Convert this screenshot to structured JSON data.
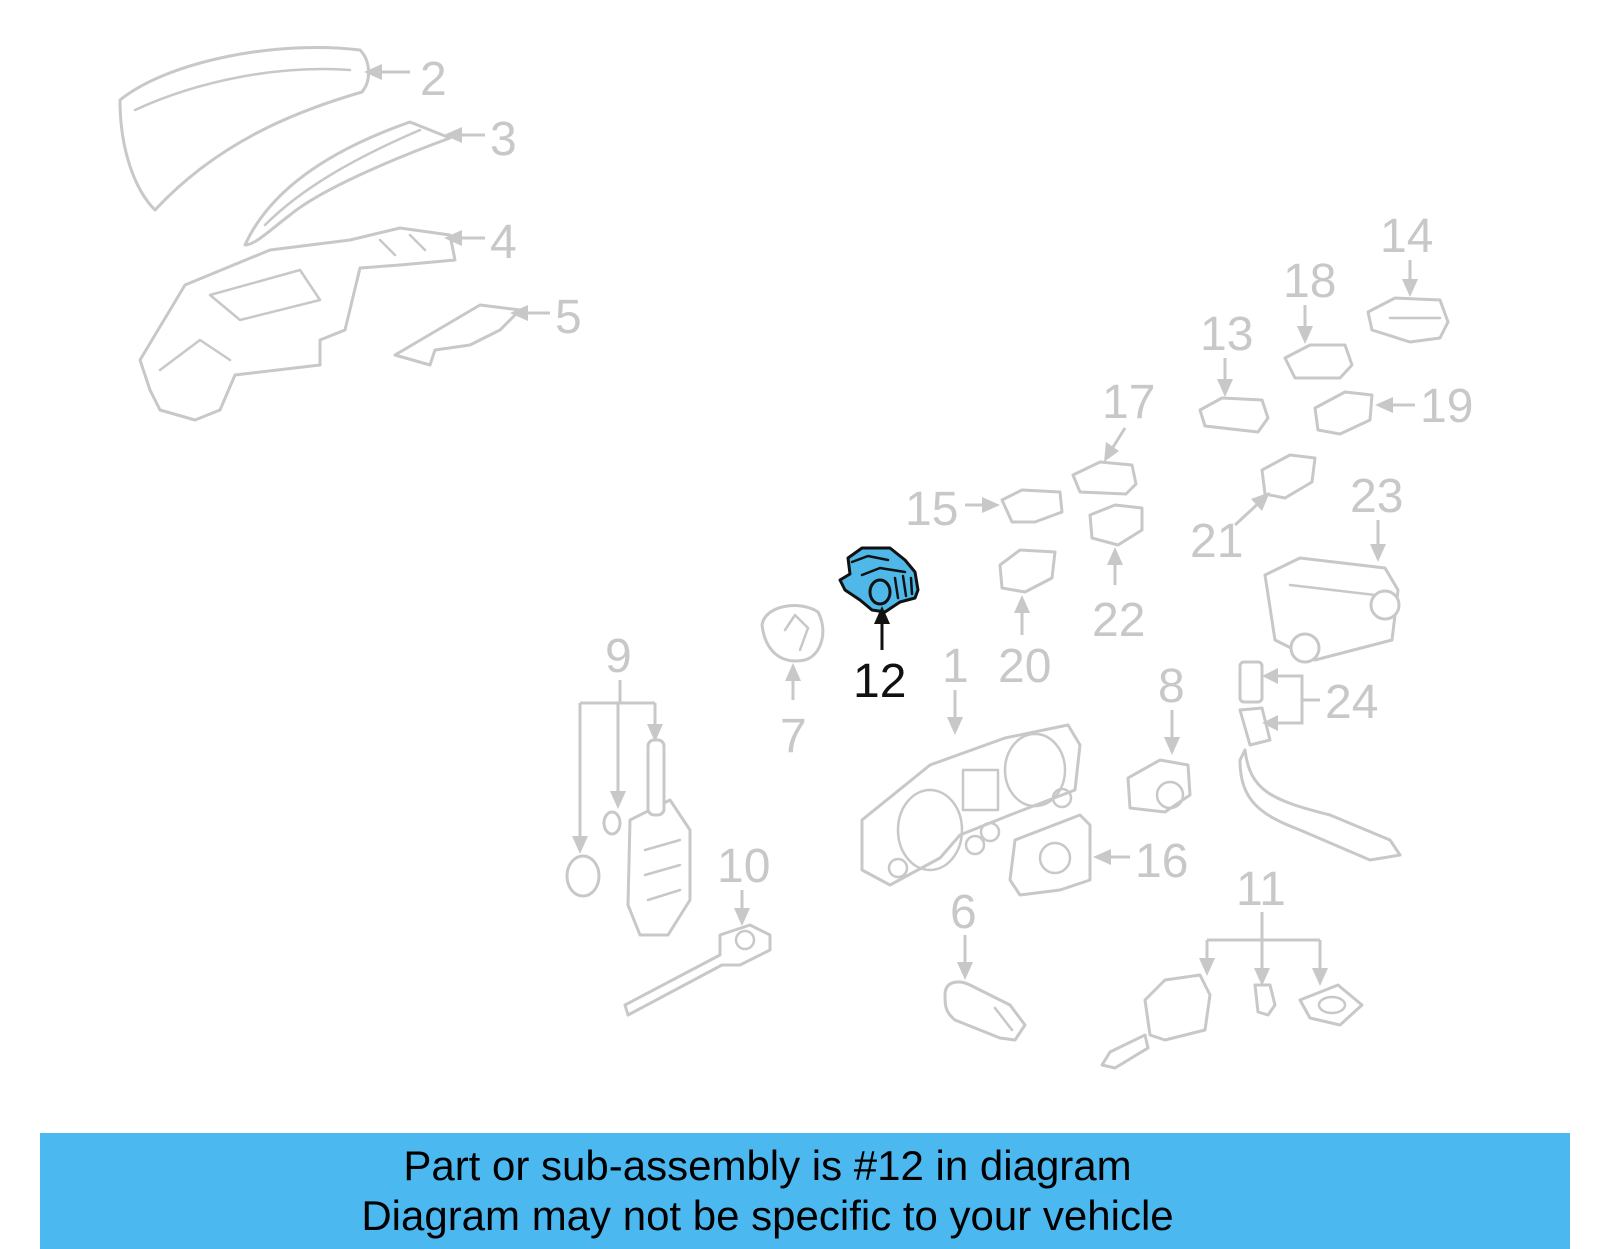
{
  "diagram": {
    "highlighted_callout": "12",
    "callouts": [
      "1",
      "2",
      "3",
      "4",
      "5",
      "6",
      "7",
      "8",
      "9",
      "10",
      "11",
      "12",
      "13",
      "14",
      "15",
      "16",
      "17",
      "18",
      "19",
      "20",
      "21",
      "22",
      "23",
      "24"
    ]
  },
  "banner": {
    "line1": "Part or sub-assembly is #12 in diagram",
    "line2": "Diagram may not be specific to your vehicle",
    "color": "#4cb8f0"
  },
  "colors": {
    "faded_parts": "#c8c8c8",
    "highlight_fill": "#4fb8e8",
    "highlight_outline": "#111111"
  }
}
